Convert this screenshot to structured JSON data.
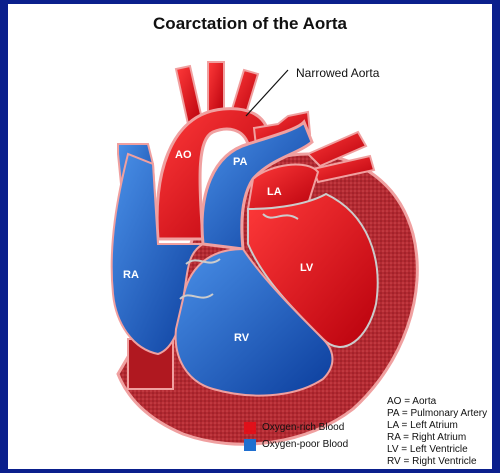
{
  "title": "Coarctation of the Aorta",
  "callout": "Narrowed Aorta",
  "chambers": {
    "ao": "AO",
    "pa": "PA",
    "la": "LA",
    "lv": "LV",
    "ra": "RA",
    "rv": "RV"
  },
  "legend": [
    {
      "label": "Oxygen-rich Blood",
      "color": "#e0101a"
    },
    {
      "label": "Oxygen-poor Blood",
      "color": "#1f6fd0"
    }
  ],
  "abbreviations": [
    "AO = Aorta",
    "PA = Pulmonary Artery",
    "LA = Left Atrium",
    "RA = Right Atrium",
    "LV = Left Ventricle",
    "RV = Right Ventricle"
  ],
  "colors": {
    "background": "#0a1f8c",
    "oxygen_rich": "#e0101a",
    "oxygen_poor": "#1f6fd0",
    "muscle": "#b0262e",
    "outline": "#f0a0a0"
  }
}
